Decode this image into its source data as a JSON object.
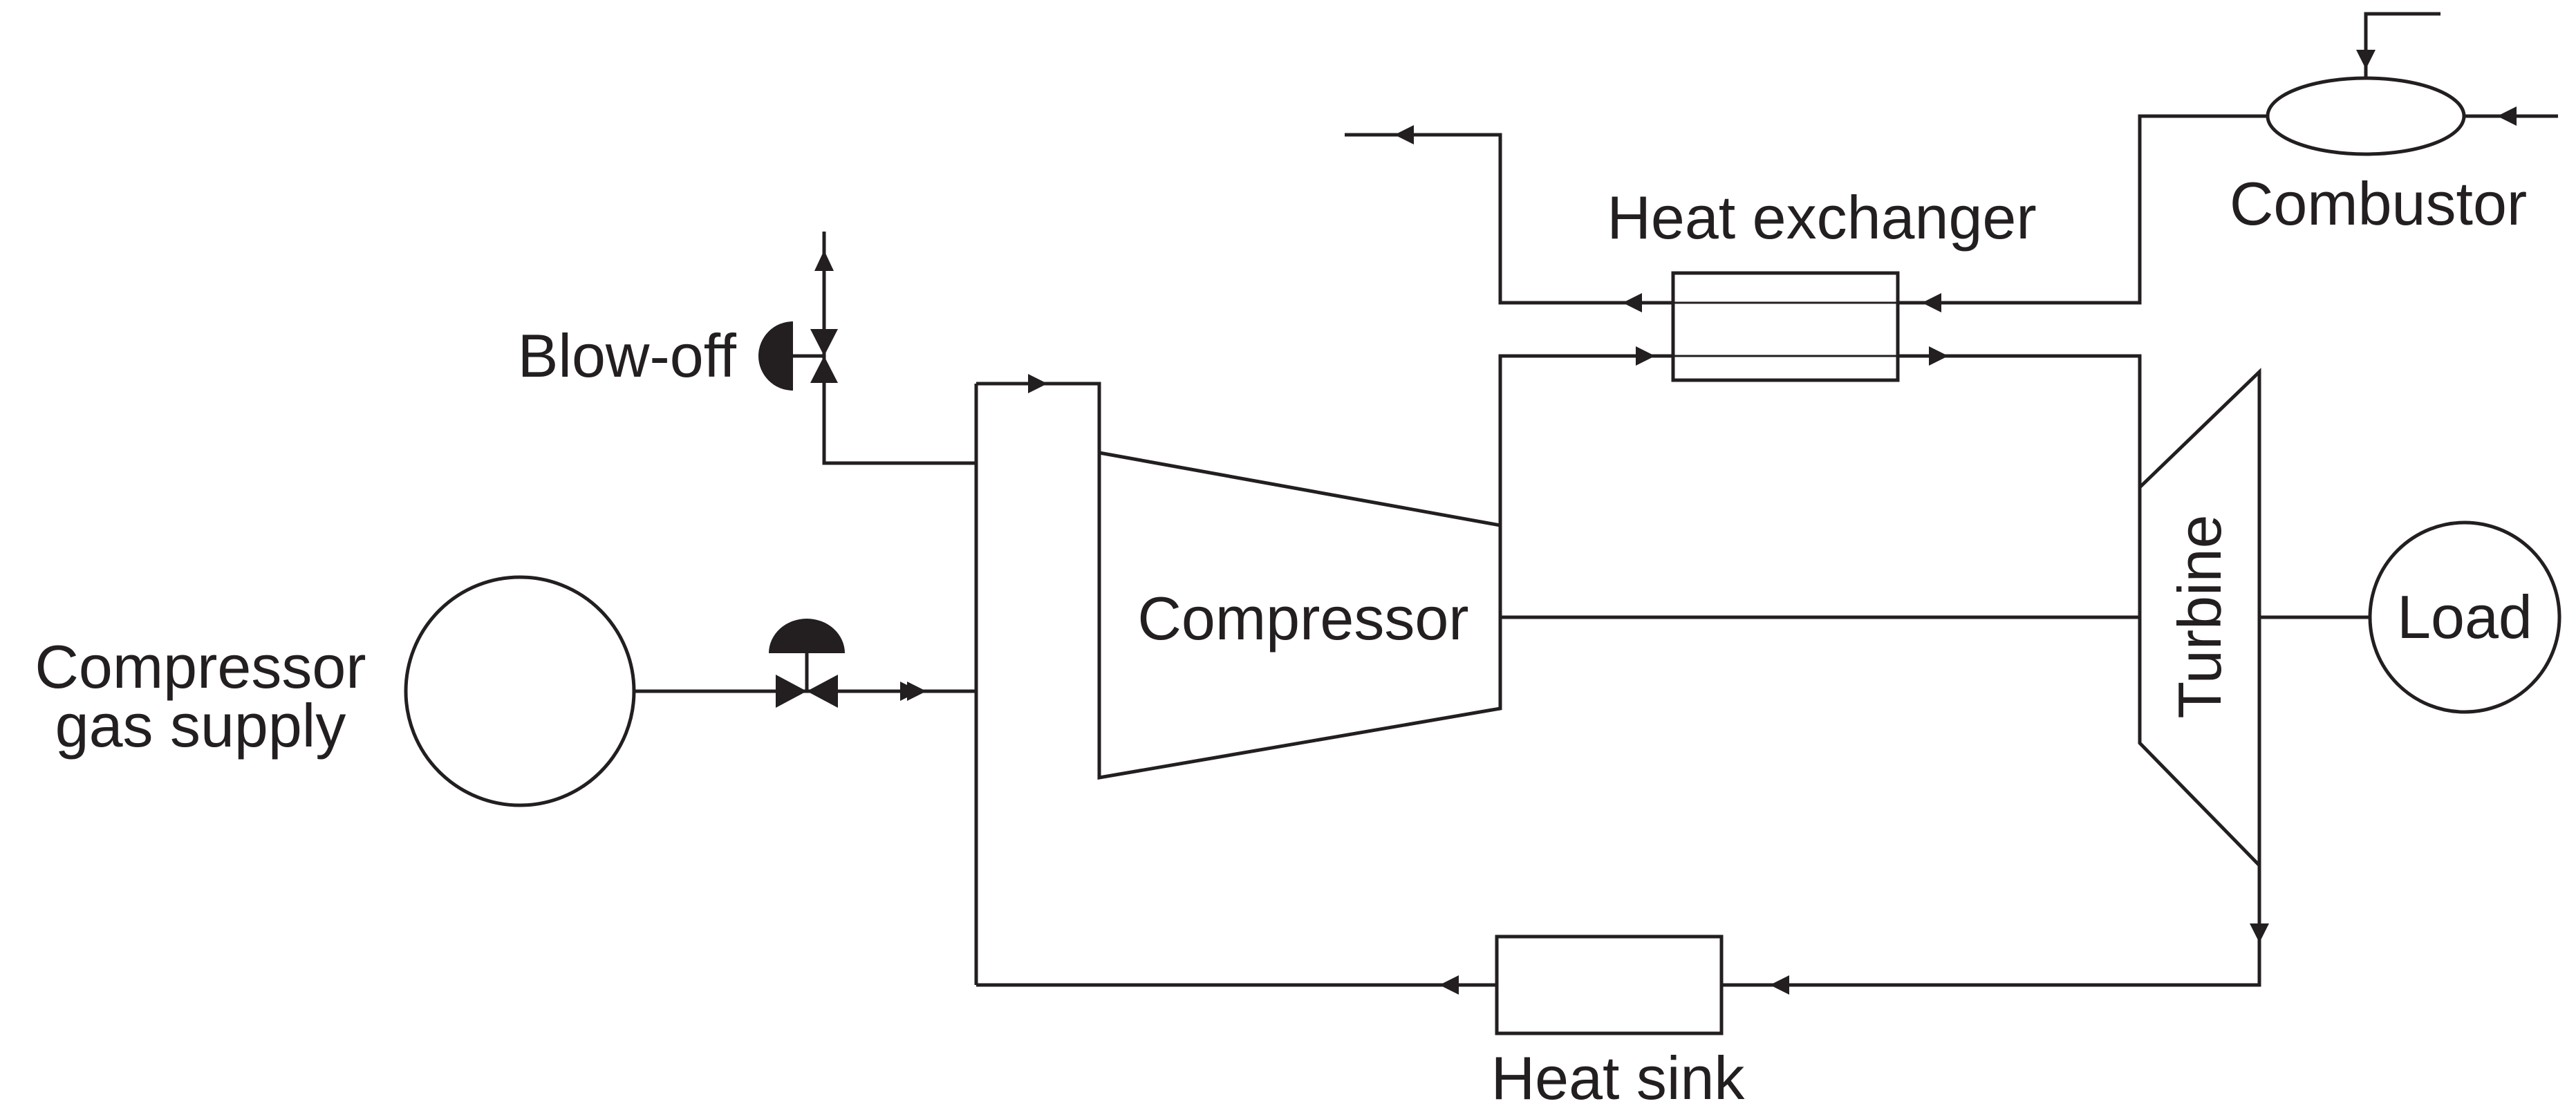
{
  "diagram": {
    "labels": {
      "gas_supply_line1": "Compressor",
      "gas_supply_line2": "gas supply",
      "blow_off": "Blow-off",
      "compressor": "Compressor",
      "heat_exchanger": "Heat exchanger",
      "combustor": "Combustor",
      "turbine": "Turbine",
      "load": "Load",
      "heat_sink": "Heat sink"
    },
    "colors": {
      "line": "#231f20",
      "background": "#ffffff"
    }
  }
}
